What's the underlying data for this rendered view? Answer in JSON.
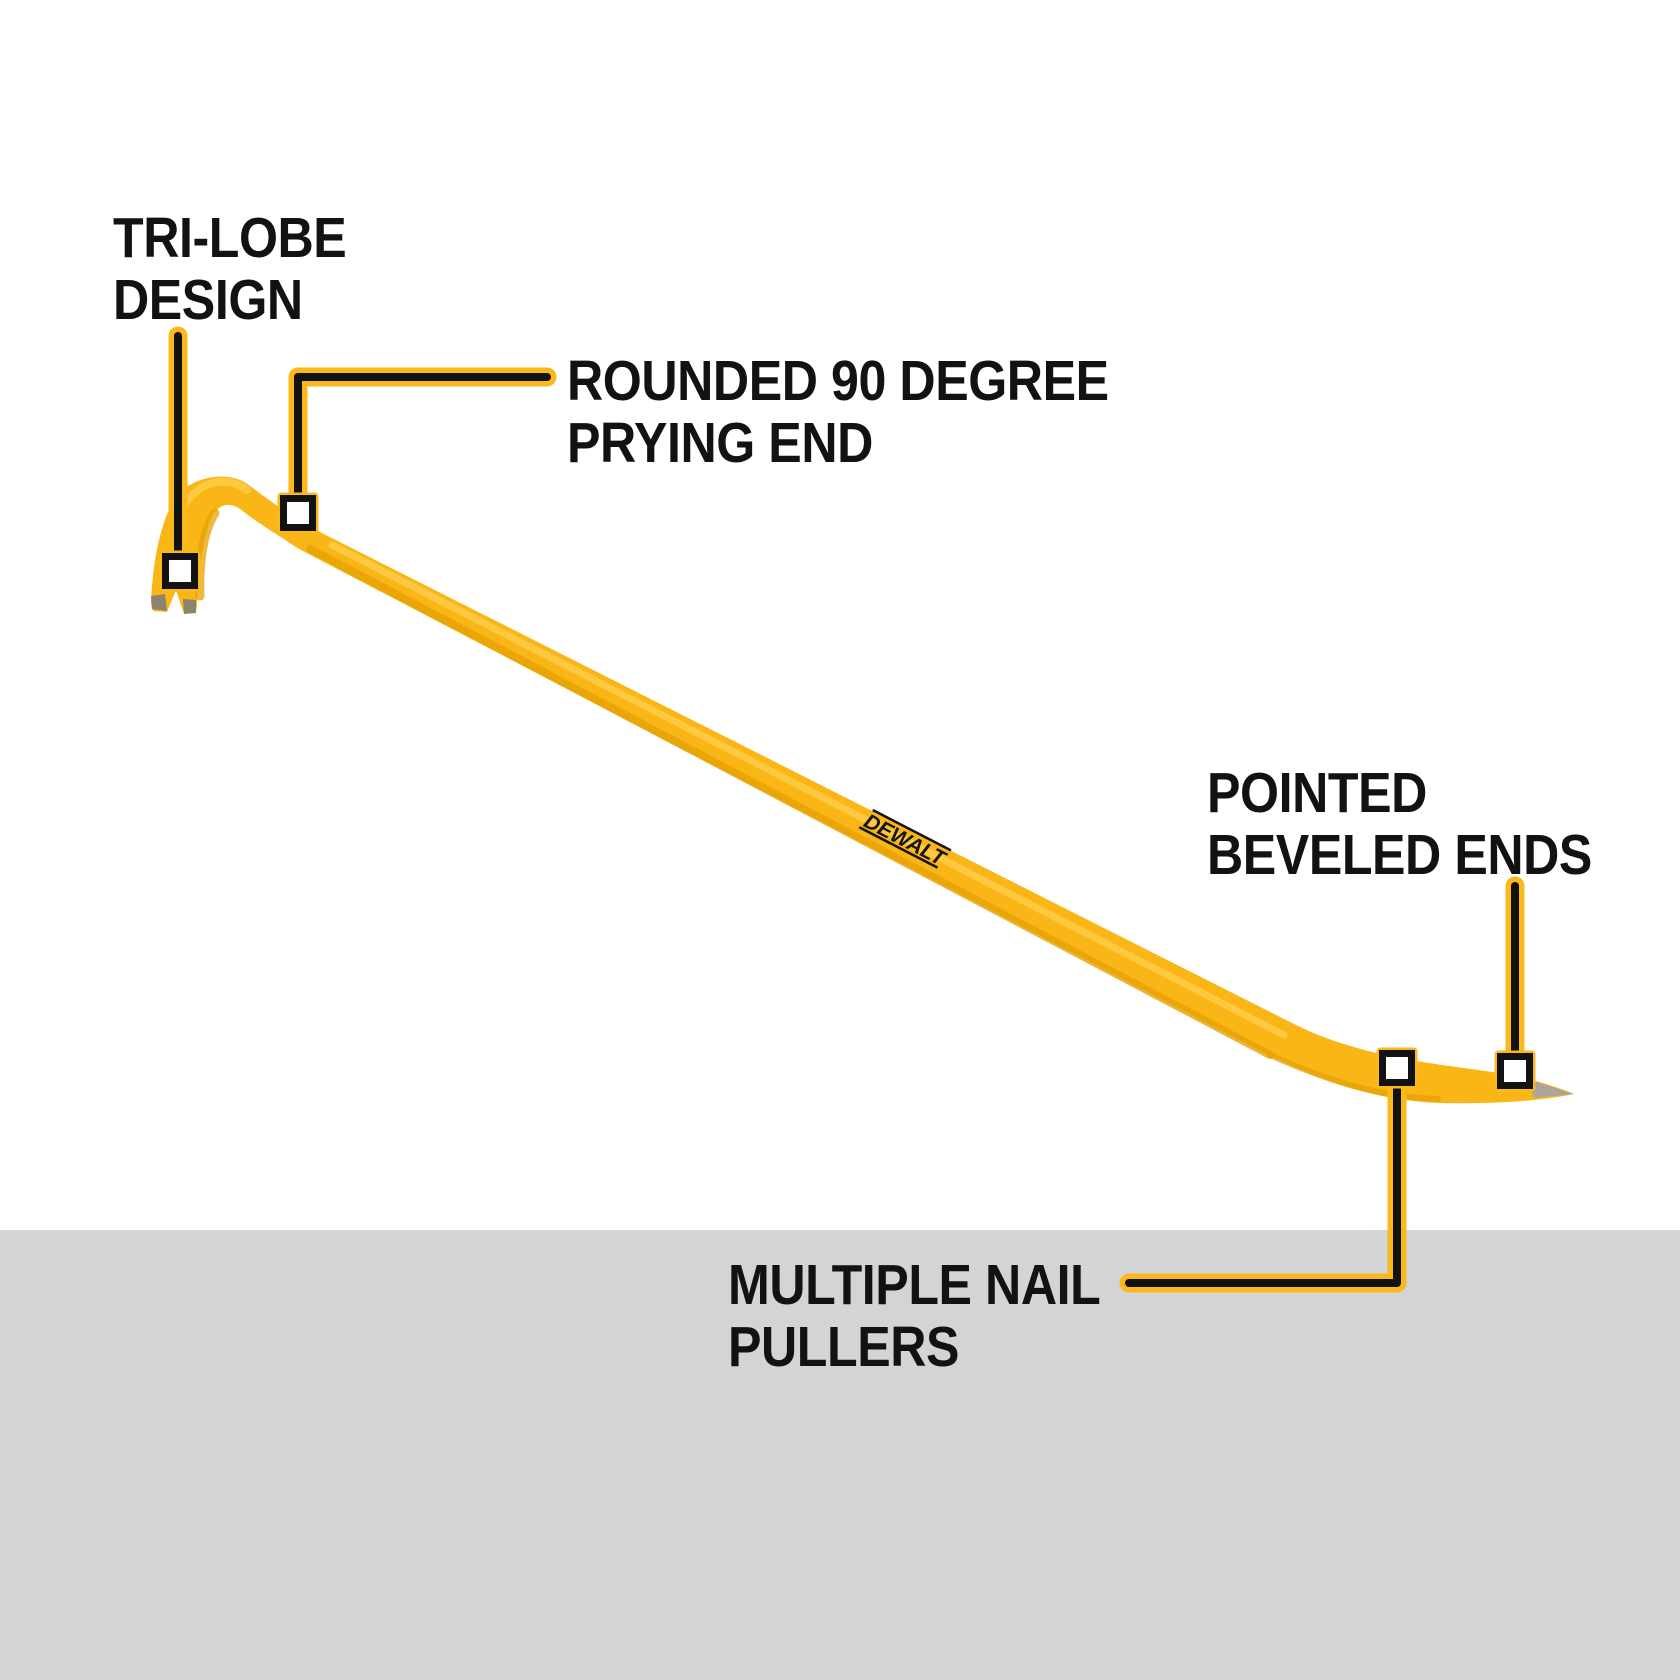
{
  "figure": {
    "brand_label": "DEWALT"
  },
  "callouts": [
    {
      "id": "tri-lobe-design",
      "line1": "TRI-LOBE",
      "line2": "DESIGN"
    },
    {
      "id": "rounded-90-degree-prying-end",
      "line1": "ROUNDED 90 DEGREE",
      "line2": "PRYING END"
    },
    {
      "id": "pointed-beveled-ends",
      "line1": "POINTED",
      "line2": "BEVELED ENDS"
    },
    {
      "id": "multiple-nail-pullers",
      "line1": "MULTIPLE NAIL",
      "line2": "PULLERS"
    }
  ],
  "colors": {
    "dewalt_yellow": "#F9B616",
    "bar_highlight": "#FFD254",
    "bar_shadow": "#E6A104",
    "callout_yellow": "#FBB81A",
    "text_black": "#121212",
    "floor_gray": "#D2D4D5",
    "tip_bevel_gray": "#ACA59B",
    "claw_bevel_brown": "#8F8370",
    "background_white": "#FFFFFF"
  }
}
